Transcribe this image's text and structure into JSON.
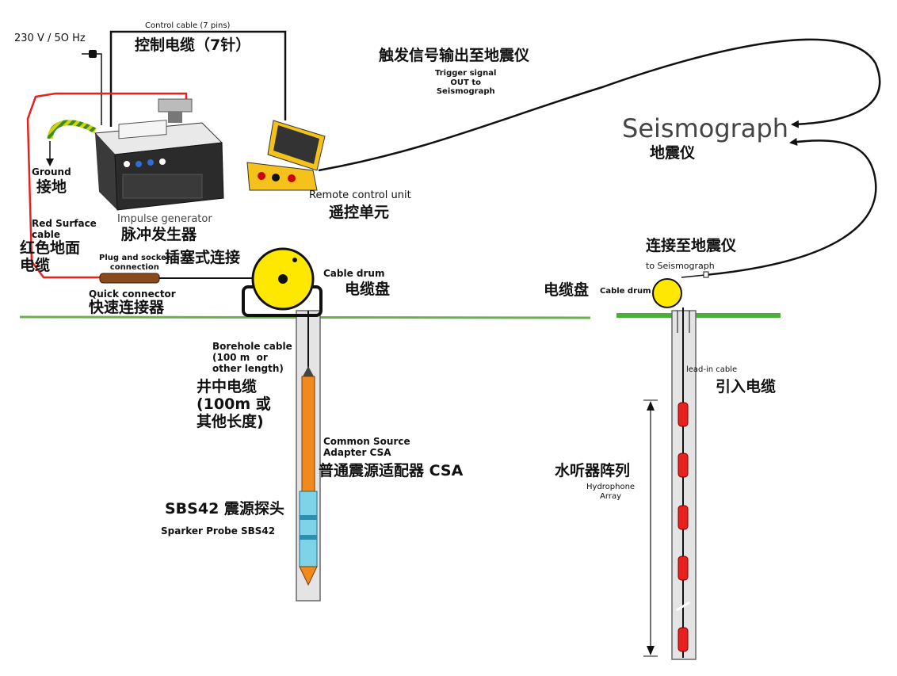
{
  "labels": {
    "power": "230 V / 5O Hz",
    "control_cable_en": "Control cable (7 pins)",
    "control_cable_cn": "控制电缆（7针）",
    "trigger_cn": "触发信号输出至地震仪",
    "trigger_en": "Trigger signal\nOUT to\nSeismograph",
    "seismograph_en": "Seismograph",
    "seismograph_cn": "地震仪",
    "ground_en": "Ground",
    "ground_cn": "接地",
    "impulse_en": "Impulse generator",
    "impulse_cn": "脉冲发生器",
    "remote_en": "Remote control unit",
    "remote_cn": "遥控单元",
    "red_surface_en": "Red Surface\ncable",
    "red_surface_cn": "红色地面\n电缆",
    "plug_en": "Plug and socket\nconnection",
    "plug_cn": "插塞式连接",
    "cable_drum_left_en": "Cable drum",
    "cable_drum_left_cn": "电缆盘",
    "quick_en": "Quick connector",
    "quick_cn": "快速连接器",
    "connect_cn": "连接至地震仪",
    "to_seismo_en": "to Seismograph",
    "cable_drum_right_cn": "电缆盘",
    "cable_drum_right_en": "Cable drum",
    "borehole_en": "Borehole cable\n(100 m  or\nother length)",
    "borehole_cn": "井中电缆\n(100m 或\n其他长度)",
    "leadin_en": "lead-in cable",
    "leadin_cn": "引入电缆",
    "csa_en": "Common Source\nAdapter CSA",
    "csa_cn": "普通震源适配器 CSA",
    "hydro_cn": "水听器阵列",
    "hydro_en": "Hydrophone\nArray",
    "sbs_cn": "SBS42 震源探头",
    "sbs_en": "Sparker Probe SBS42"
  },
  "colors": {
    "ground_line": "#6ab04c",
    "red_cable": "#e8211f",
    "drum_yellow": "#ffe800",
    "probe_orange": "#f08a1c",
    "probe_cyan": "#7fd3e8",
    "hydrophone_red": "#e8211f",
    "remote_yellow": "#f4c21b",
    "borehole_gray": "#e4e4e4"
  }
}
